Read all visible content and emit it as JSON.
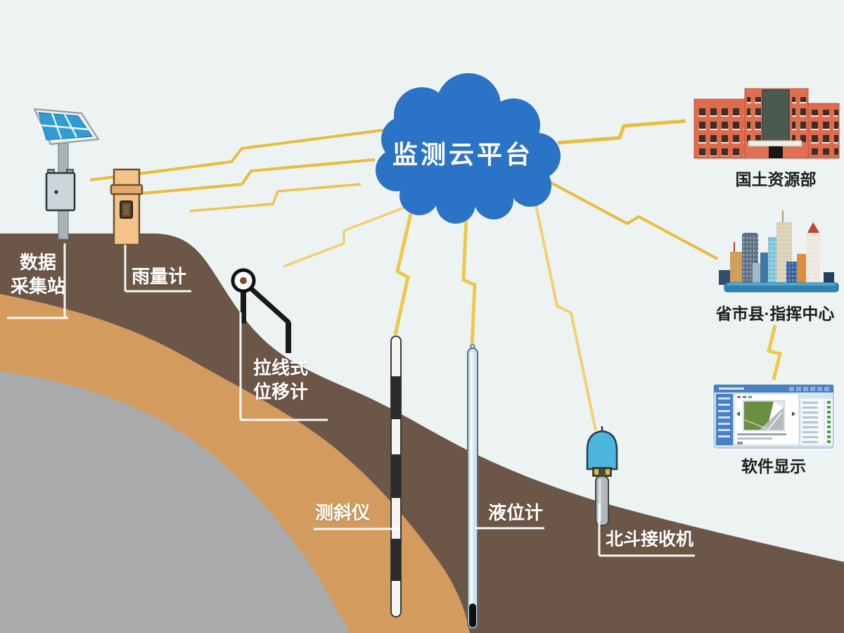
{
  "cloud": {
    "label": "监测云平台"
  },
  "sensors": {
    "data_station": "数据\n采集站",
    "rain_gauge": "雨量计",
    "wire_displacement": "拉线式\n位移计",
    "inclinometer": "测斜仪",
    "level_meter": "液位计",
    "beidou": "北斗接收机"
  },
  "destinations": {
    "ministry": "国土资源部",
    "command_center": "省市县·指挥中心",
    "software": "软件显示"
  },
  "colors": {
    "sky": "#edf3f2",
    "topsoil_brown": "#6b5648",
    "subsoil_tan": "#d39b5d",
    "bedrock_gray": "#a9abad",
    "cloud_blue": "#2a73c6",
    "lightning_gold": "#e8bc3e",
    "building_red": "#df6a4d",
    "beidou_dome_blue": "#4cb6dd"
  }
}
